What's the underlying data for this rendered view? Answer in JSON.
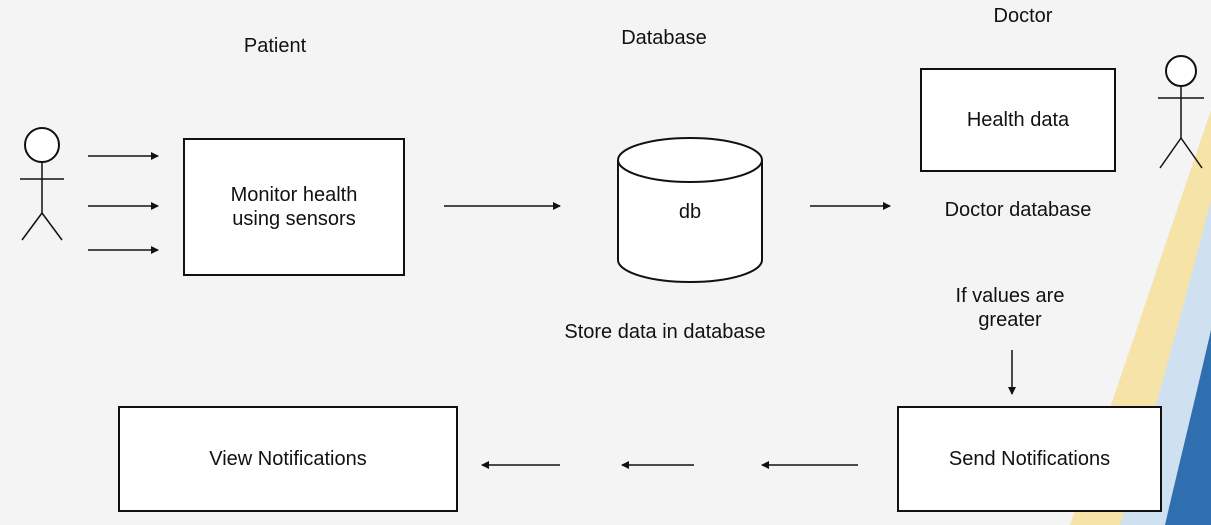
{
  "patient": {
    "heading": "Patient",
    "process_label_line1": "Monitor health",
    "process_label_line2": "using sensors"
  },
  "database": {
    "heading": "Database",
    "cylinder_label": "db",
    "caption": "Store data in database"
  },
  "doctor": {
    "heading": "Doctor",
    "box_label": "Health data",
    "caption": "Doctor database"
  },
  "condition": {
    "line1": "If values are",
    "line2": "greater"
  },
  "send": {
    "label": "Send Notifications"
  },
  "view": {
    "label": "View Notifications"
  },
  "colors": {
    "background": "#f4f4f4",
    "stroke": "#111111",
    "accent_gold": "#e8c46a",
    "accent_blue": "#2f6fb0"
  }
}
